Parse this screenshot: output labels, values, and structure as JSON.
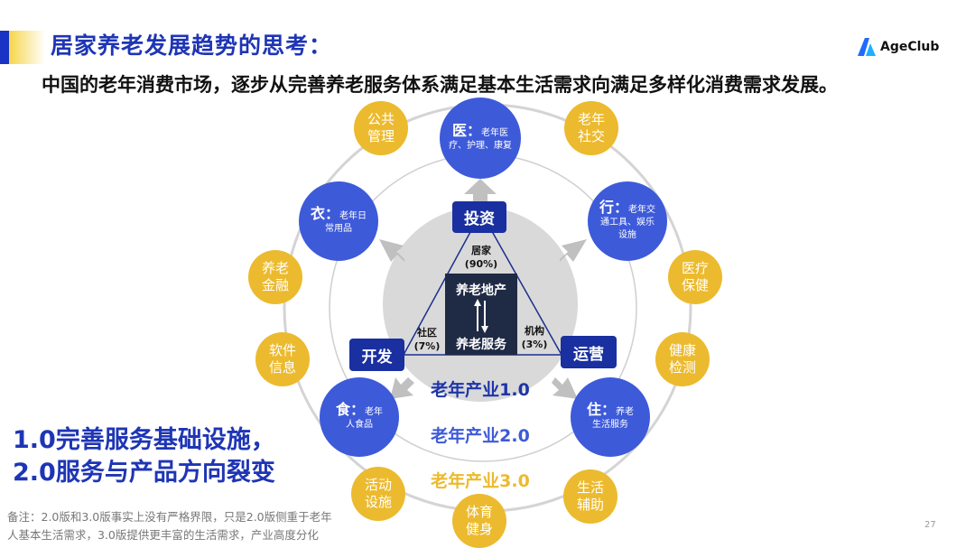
{
  "header": {
    "title": "居家养老发展趋势的思考：",
    "subtitle": "中国的老年消费市场，逐步从完善养老服务体系满足基本生活需求向满足多样化消费需求发展。",
    "logo": "AgeClub"
  },
  "gold_items": [
    "公共\n管理",
    "老年\n社交",
    "养老\n金融",
    "医疗\n保健",
    "软件\n信息",
    "健康\n检测",
    "活动\n设施",
    "体育\n健身",
    "生活\n辅助"
  ],
  "blue_items": [
    {
      "key": "医：",
      "text": "老年医疗、护理、康复"
    },
    {
      "key": "衣：",
      "text": "老年日常用品"
    },
    {
      "key": "行：",
      "text": "老年交通工具、娱乐设施"
    },
    {
      "key": "食：",
      "text": "老年人食品"
    },
    {
      "key": "住：",
      "text": "养老生活服务"
    }
  ],
  "boxes": {
    "invest": "投资",
    "develop": "开发",
    "operate": "运营"
  },
  "triangle": {
    "home": "居家",
    "home_pct": "(90%)",
    "community": "社区",
    "community_pct": "(7%)",
    "institution": "机构",
    "institution_pct": "(3%)",
    "core_top": "养老地产",
    "core_bottom": "养老服务"
  },
  "industry": {
    "v1": "老年产业1.0",
    "v2": "老年产业2.0",
    "v3": "老年产业3.0"
  },
  "conclusion": {
    "line1": "1.0完善服务基础设施，",
    "line2": "2.0服务与产品方向裂变"
  },
  "note": {
    "line1": "备注：2.0版和3.0版事实上没有严格界限，只是2.0版侧重于老年",
    "line2": "人基本生活需求，3.0版提供更丰富的生活需求，产业高度分化"
  },
  "page_number": "27",
  "colors": {
    "blue": "#3d5ad9",
    "gold": "#ecba2e",
    "navy": "#1a2fa0"
  }
}
